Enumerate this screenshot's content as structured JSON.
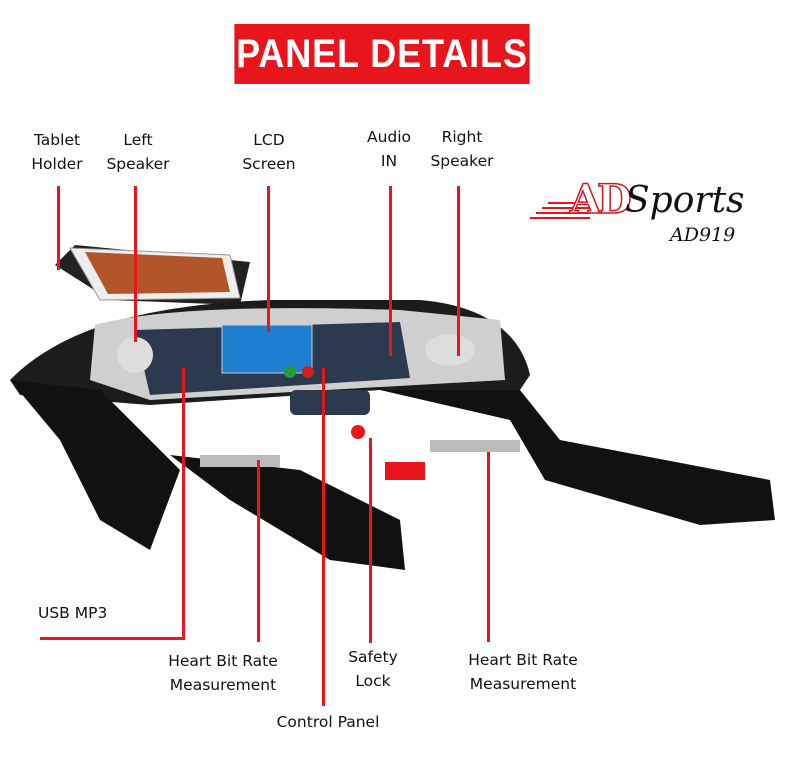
{
  "title": "PANEL DETAILS",
  "logo": {
    "brand": "ADSports",
    "brand_prefix": "AD",
    "brand_suffix": "Sports",
    "model": "AD919"
  },
  "labels": {
    "tablet_holder": "Tablet\nHolder",
    "left_speaker": "Left\nSpeaker",
    "lcd_screen": "LCD\nScreen",
    "audio_in": "Audio\nIN",
    "right_speaker": "Right\nSpeaker",
    "usb_mp3": "USB MP3",
    "heart_rate_left": "Heart  Bit Rate\nMeasurement",
    "safety_lock": "Safety\nLock",
    "heart_rate_right": "Heart  Bit Rate\nMeasurement",
    "control_panel": "Control Panel"
  },
  "colors": {
    "accent": "#e8161c",
    "frame": "#1a1a1a",
    "silver": "#c8c8c8"
  }
}
